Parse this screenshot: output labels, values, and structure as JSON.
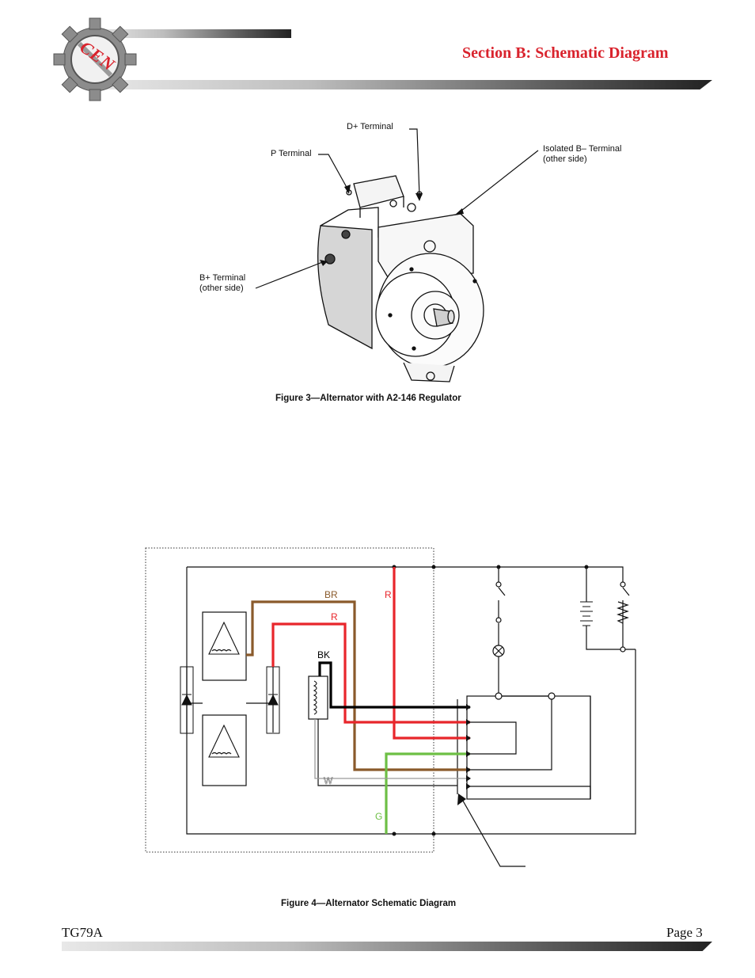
{
  "header": {
    "logo_text": "CEN",
    "section_title": "Section B: Schematic Diagram"
  },
  "figure3": {
    "labels": {
      "d_plus": "D+  Terminal",
      "p_terminal": "P Terminal",
      "isolated_b_minus_line1": "Isolated B– Terminal",
      "isolated_b_minus_line2": "(other side)",
      "b_plus_line1": "B+ Terminal",
      "b_plus_line2": "(other side)"
    },
    "caption": "Figure 3—Alternator with  A2-146 Regulator"
  },
  "figure4": {
    "wire_labels": {
      "br": "BR",
      "r_top": "R",
      "r_mid": "R",
      "bk": "BK",
      "w": "W",
      "g": "G"
    },
    "wire_colors": {
      "brown": "#8a5a2b",
      "red": "#e8262b",
      "black": "#000000",
      "green": "#6dbf45",
      "white": "#9a9a9a"
    },
    "caption": "Figure 4—Alternator Schematic Diagram"
  },
  "footer": {
    "doc_id": "TG79A",
    "page": "Page 3"
  }
}
